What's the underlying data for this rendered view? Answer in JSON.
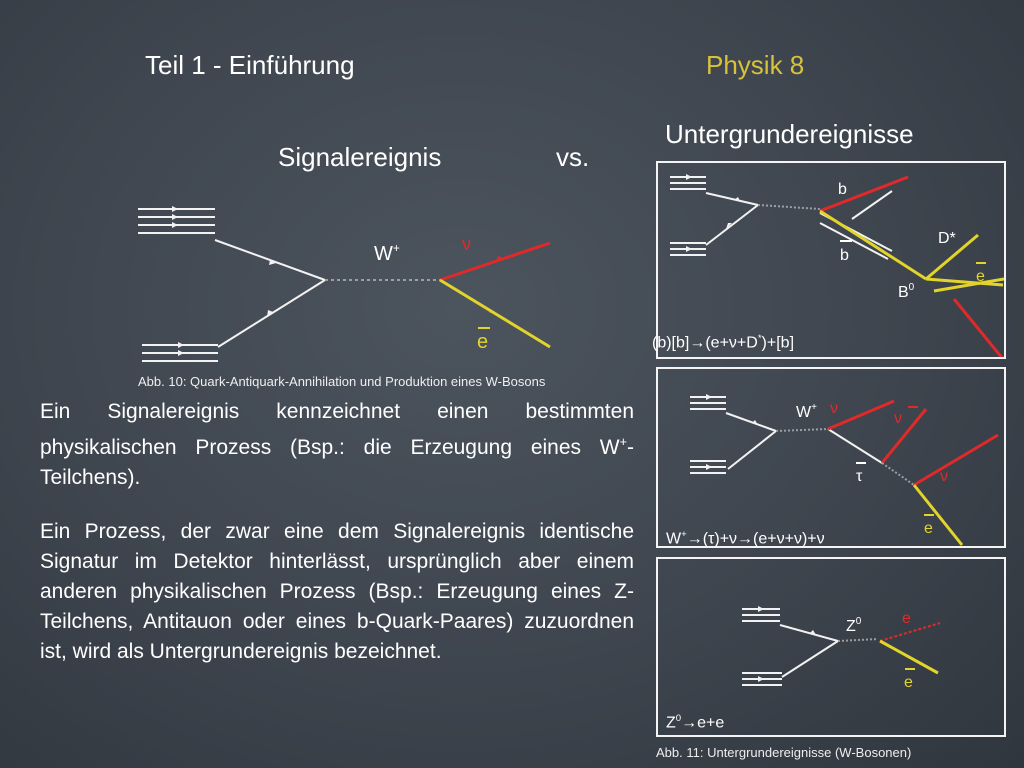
{
  "header": {
    "section_title": "Teil 1 - Einführung",
    "course_title": "Physik 8",
    "course_color": "#d8c23a"
  },
  "signal": {
    "heading": "Signalereignis",
    "vs": "vs.",
    "w_label": "W",
    "w_charge": "+",
    "nu_label": "ν",
    "e_label": "e",
    "caption": "Abb. 10: Quark-Antiquark-Annihilation und Produktion eines W-Bosons"
  },
  "background": {
    "heading": "Untergrundereignisse",
    "box1": {
      "b_label": "b",
      "bbar_label": "b",
      "dstar_label": "D*",
      "e_label": "e",
      "b0_label": "B",
      "b0_sup": "0",
      "formula_a": "(b)[b]→(e+ν+D",
      "formula_sup": "*",
      "formula_b": ")+[b]"
    },
    "box2": {
      "w_label": "W",
      "w_charge": "+",
      "nu1_label": "ν",
      "nu2_label": "ν",
      "nu3_label": "ν",
      "tau_label": "τ",
      "e_label": "e",
      "formula_a": "W",
      "formula_sup": "+",
      "formula_b": "→(τ)+ν→(e+ν+ν)+ν"
    },
    "box3": {
      "z_label": "Z",
      "z_sup": "0",
      "e1_label": "e",
      "e2_label": "e",
      "formula_a": "Z",
      "formula_sup": "0",
      "formula_b": "→e+e"
    },
    "caption": "Abb. 11: Untergrundereignisse (W-Bosonen)"
  },
  "text": {
    "para1_a": "Ein Signalereignis kennzeichnet einen bestimmten physikalischen Prozess (Bsp.: die Erzeugung eines W",
    "para1_sup": "+",
    "para1_b": "-Teilchens).",
    "para2": "Ein Prozess, der zwar eine dem Signalereignis identische Signatur im Detektor hinterlässt, ursprünglich aber einem anderen physikalischen Prozess (Bsp.: Erzeugung eines Z-Teilchens, Antitauon oder eines b-Quark-Paares) zuzuordnen ist, wird als Untergrundereignis bezeichnet."
  },
  "colors": {
    "neutrino_red": "#e02a2a",
    "electron_yellow": "#e2d42a",
    "quark_white": "#f2f2f2"
  }
}
